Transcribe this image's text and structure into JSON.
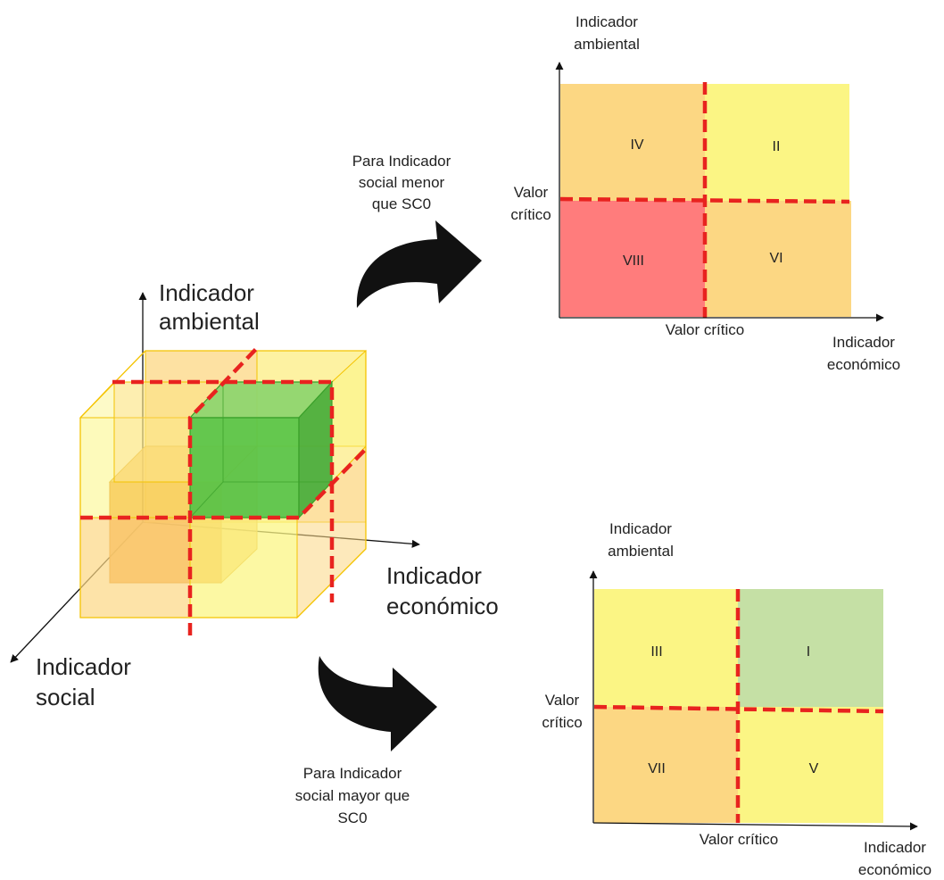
{
  "cube": {
    "y_axis_label": [
      "Indicador",
      "ambiental"
    ],
    "x_axis_label": [
      "Indicador",
      "económico"
    ],
    "z_axis_label": [
      "Indicador",
      "social"
    ]
  },
  "arrows": {
    "top_caption": [
      "Para Indicador",
      "social menor",
      "que SC0"
    ],
    "bottom_caption": [
      "Para Indicador",
      "social mayor que",
      "SC0"
    ]
  },
  "top_chart": {
    "y_axis_label": [
      "Indicador",
      "ambiental"
    ],
    "x_axis_label": [
      "Indicador",
      "económico"
    ],
    "y_critical_label": [
      "Valor",
      "crítico"
    ],
    "x_critical_label": "Valor crítico",
    "quadrants": [
      {
        "id": "IV",
        "position": "top-left",
        "color": "#fcd783"
      },
      {
        "id": "II",
        "position": "top-right",
        "color": "#fbf584"
      },
      {
        "id": "VIII",
        "position": "bottom-left",
        "color": "#ff7c7c"
      },
      {
        "id": "VI",
        "position": "bottom-right",
        "color": "#fcd783"
      }
    ]
  },
  "bottom_chart": {
    "y_axis_label": [
      "Indicador",
      "ambiental"
    ],
    "x_axis_label": [
      "Indicador",
      "económico"
    ],
    "y_critical_label": [
      "Valor",
      "crítico"
    ],
    "x_critical_label": "Valor crítico",
    "quadrants": [
      {
        "id": "III",
        "position": "top-left",
        "color": "#fbf584"
      },
      {
        "id": "I",
        "position": "top-right",
        "color": "#c5e0a5"
      },
      {
        "id": "VII",
        "position": "bottom-left",
        "color": "#fcd783"
      },
      {
        "id": "V",
        "position": "bottom-right",
        "color": "#fbf584"
      }
    ]
  },
  "colors": {
    "critical_line": "#e8231f",
    "yellow": "#fbf584",
    "orange": "#fcd783",
    "red": "#ff7c7c",
    "green": "#c5e0a5",
    "cube_green": "#5cc54a"
  }
}
